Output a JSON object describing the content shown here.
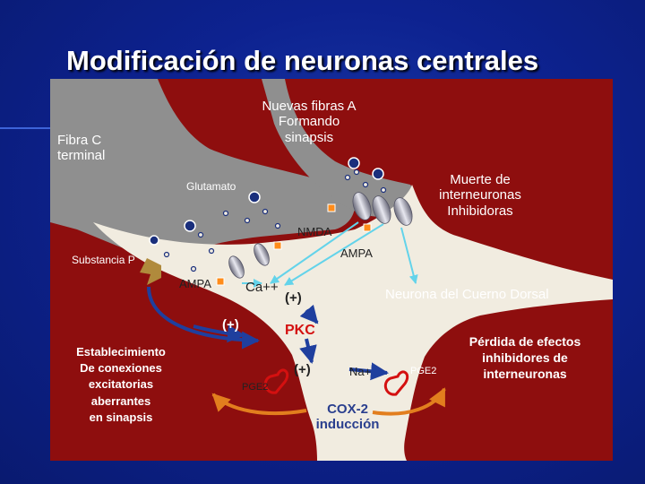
{
  "slide": {
    "title": "Modificación de neuronas centrales"
  },
  "labels": {
    "new_fibers": "Nuevas fibras A\nFormando\nsinapsis",
    "c_fiber": "Fibra C\nterminal",
    "interneuron_death": "Muerte de\ninterneuronas\nInhibidoras",
    "glutamate": "Glutamato",
    "nmda": "NMDA",
    "ampa_right": "AMPA",
    "substance_p": "Substancia P",
    "ampa_left": "AMPA",
    "calcium": "Ca++",
    "plus_1": "(+)",
    "dorsal_horn": "Neurona del Cuerno Dorsal",
    "plus_2": "(+)",
    "pkc": "PKC",
    "aberrant_connections": "Establecimiento\nDe conexiones\nexcitatorias\naberrantes\nen sinapsis",
    "plus_3": "(+)",
    "sodium": "Na+",
    "pge2_left": "PGE2",
    "pge2_right": "PGE2",
    "cox2": "COX-2\ninducción",
    "loss_inhibitory": "Pérdida de efectos\ninhibidores de\ninterneuronas"
  },
  "colors": {
    "background": "#0c1f86",
    "panel": "#8e0e0e",
    "neuron": "#f1ece0",
    "fiber": "#8f8f8f",
    "vesicle": "#1a2f7c",
    "signal_arrow": "#63d3ea",
    "pathway_arrow": "#1f3f9e",
    "cox_arrow": "#e27e1e",
    "pkc_text": "#d41010"
  },
  "icons": {
    "substance_p_receptor": "tan-arrow-icon",
    "receptor_channel": "ion-channel-icon",
    "cox_enzyme": "enzyme-icon"
  }
}
